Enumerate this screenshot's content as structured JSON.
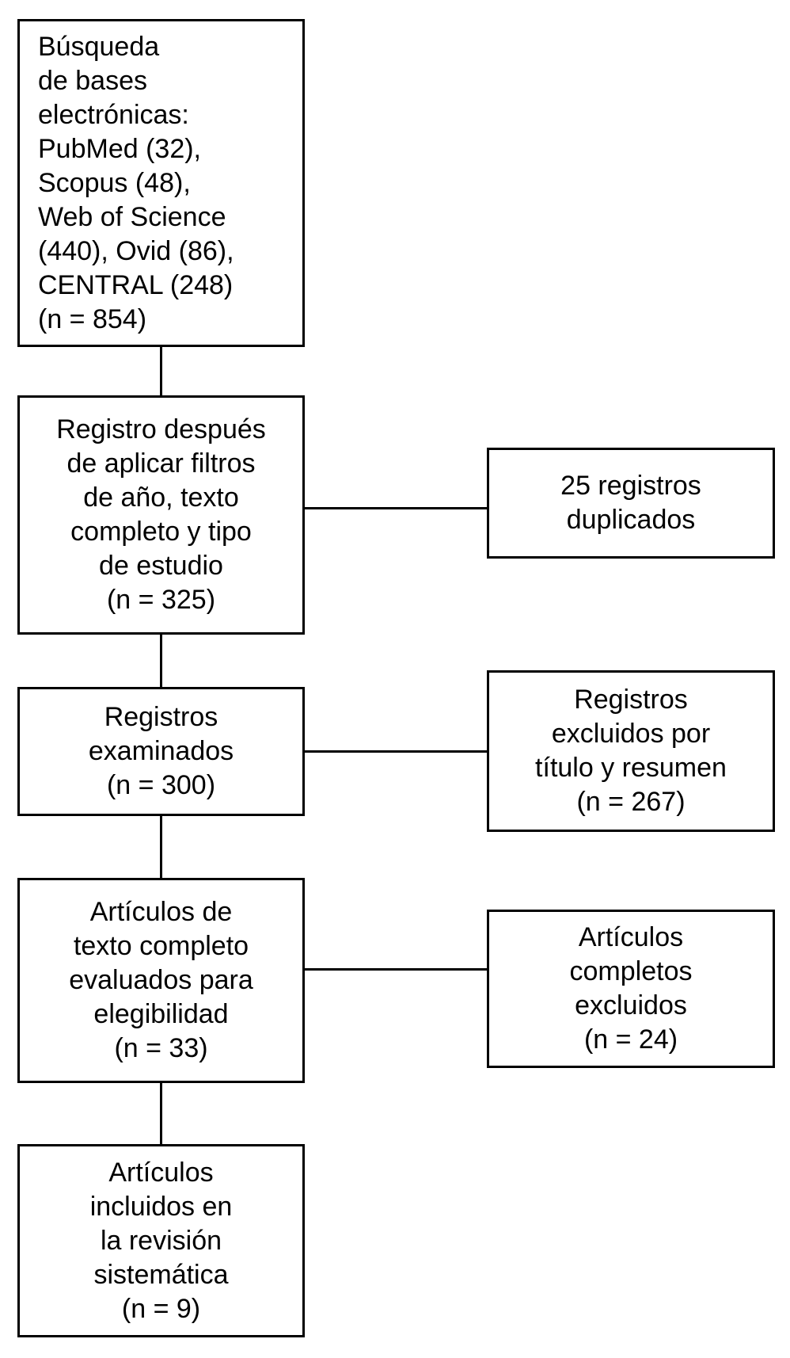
{
  "colors": {
    "background": "#ffffff",
    "box_border": "#000000",
    "box_fill": "#ffffff",
    "text": "#000000",
    "connector": "#000000"
  },
  "nodes": {
    "search": {
      "text": "Búsqueda\nde bases\nelectrónicas:\nPubMed (32),\nScopus (48),\nWeb of Science\n(440), Ovid (86),\nCENTRAL (248)\n(n = 854)"
    },
    "filtered": {
      "text": "Registro después\nde aplicar filtros\nde año, texto\ncompleto y tipo\nde estudio\n(n = 325)"
    },
    "screened": {
      "text": "Registros\nexaminados\n(n = 300)"
    },
    "fulltext_assessed": {
      "text": "Artículos de\ntexto completo\nevaluados para\nelegibilidad\n(n = 33)"
    },
    "included": {
      "text": "Artículos\nincluidos en\nla revisión\nsistemática\n(n = 9)"
    },
    "duplicates_removed": {
      "text": "25 registros\nduplicados"
    },
    "excluded_screening": {
      "text": "Registros\nexcluidos por\ntítulo y resumen\n(n = 267)"
    },
    "excluded_fulltext": {
      "text": "Artículos\ncompletos\nexcluidos\n(n = 24)"
    }
  }
}
